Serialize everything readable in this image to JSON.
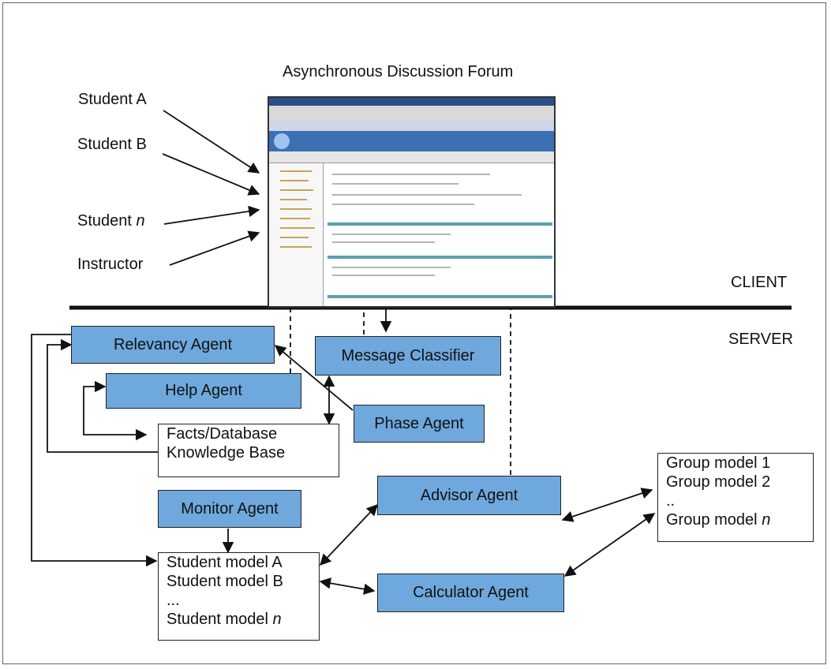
{
  "title": "Asynchronous Discussion Forum",
  "users": {
    "student_a": "Student A",
    "student_b": "Student B",
    "student_n_prefix": "Student",
    "student_n_var": "n",
    "instructor": "Instructor"
  },
  "regions": {
    "client": "CLIENT",
    "server": "SERVER"
  },
  "agents": {
    "relevancy": "Relevancy Agent",
    "help": "Help Agent",
    "message_classifier": "Message Classifier",
    "phase": "Phase Agent",
    "monitor": "Monitor Agent",
    "advisor": "Advisor Agent",
    "calculator": "Calculator Agent"
  },
  "knowledge_base": {
    "line1": "Facts/Database",
    "line2": "Knowledge Base"
  },
  "student_models": {
    "line1": "Student model A",
    "line2": "Student model B",
    "line3": "...",
    "line4_prefix": "Student model",
    "line4_var": "n"
  },
  "group_models": {
    "line1": "Group model 1",
    "line2": "Group model 2",
    "line3": "..",
    "line4_prefix": "Group model",
    "line4_var": "n"
  },
  "colors": {
    "agent_fill": "#6fa8dc",
    "line": "#111111"
  }
}
